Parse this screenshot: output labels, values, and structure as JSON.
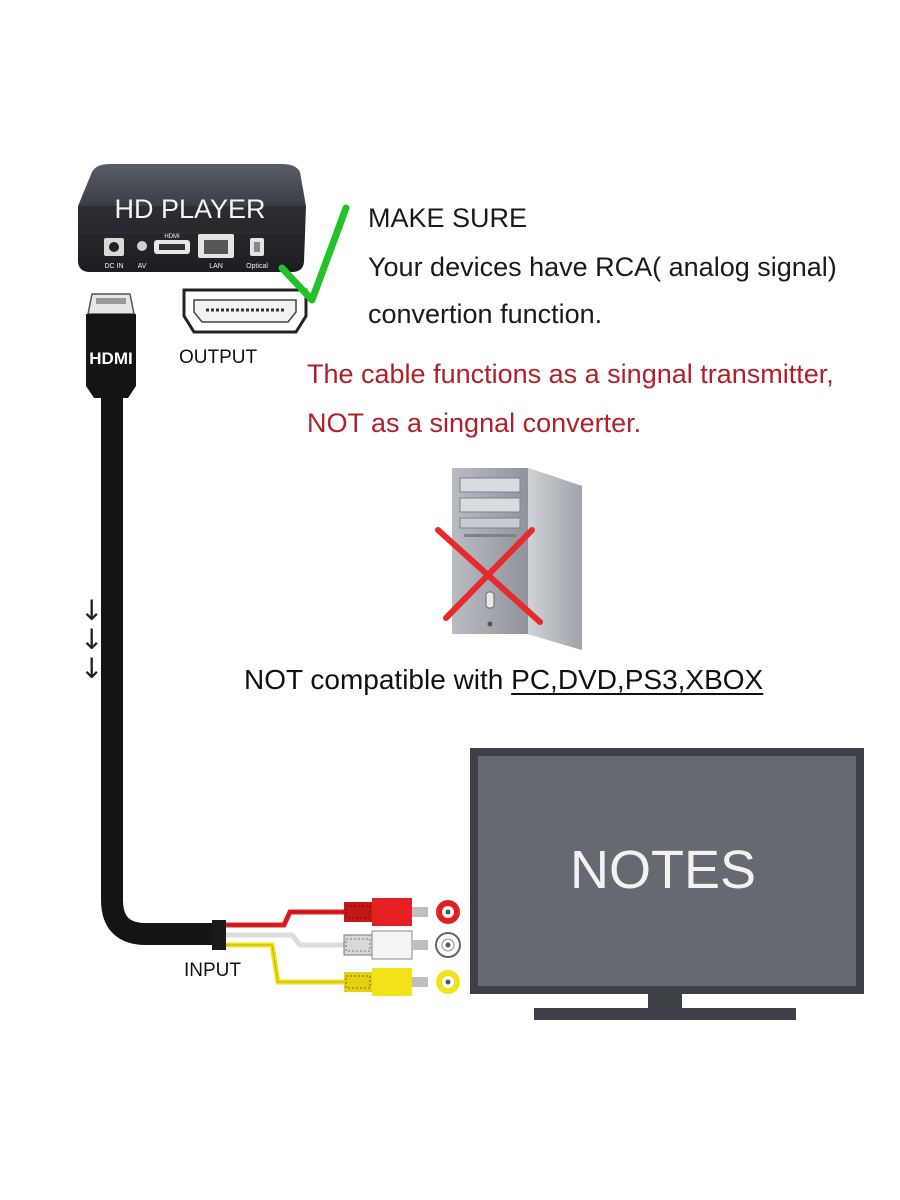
{
  "player": {
    "title": "HD PLAYER",
    "ports": {
      "dc_in": "DC IN",
      "av": "AV",
      "hdmi": "HDMI",
      "lan": "LAN",
      "optical": "Optical"
    }
  },
  "cable": {
    "plug_label": "HDMI"
  },
  "labels": {
    "output": "OUTPUT",
    "input": "INPUT"
  },
  "make_sure": {
    "line1": "MAKE SURE",
    "line2": "Your devices have RCA( analog signal)",
    "line3": "convertion function."
  },
  "warning": {
    "line1": "The cable functions as a singnal transmitter,",
    "line2": "NOT as a singnal converter."
  },
  "incompatible": {
    "prefix": "NOT compatible with ",
    "devices": "PC,DVD,PS3,XBOX"
  },
  "direction_arrows": [
    "↓",
    "↓",
    "↓"
  ],
  "tv": {
    "screen_text": "NOTES"
  },
  "colors": {
    "red_text": "#b0202a",
    "check_green": "#22c32a",
    "cross_red": "#e52b2b",
    "rca_red": "#e01f1f",
    "rca_white": "#f2f2f2",
    "rca_yellow": "#f2e21a",
    "tv_screen": "#666a70",
    "tv_frame": "#3d4045"
  },
  "icons": [
    "checkmark-icon",
    "cross-icon",
    "pc-tower-icon",
    "hdmi-port-icon",
    "rca-jack-icon"
  ]
}
